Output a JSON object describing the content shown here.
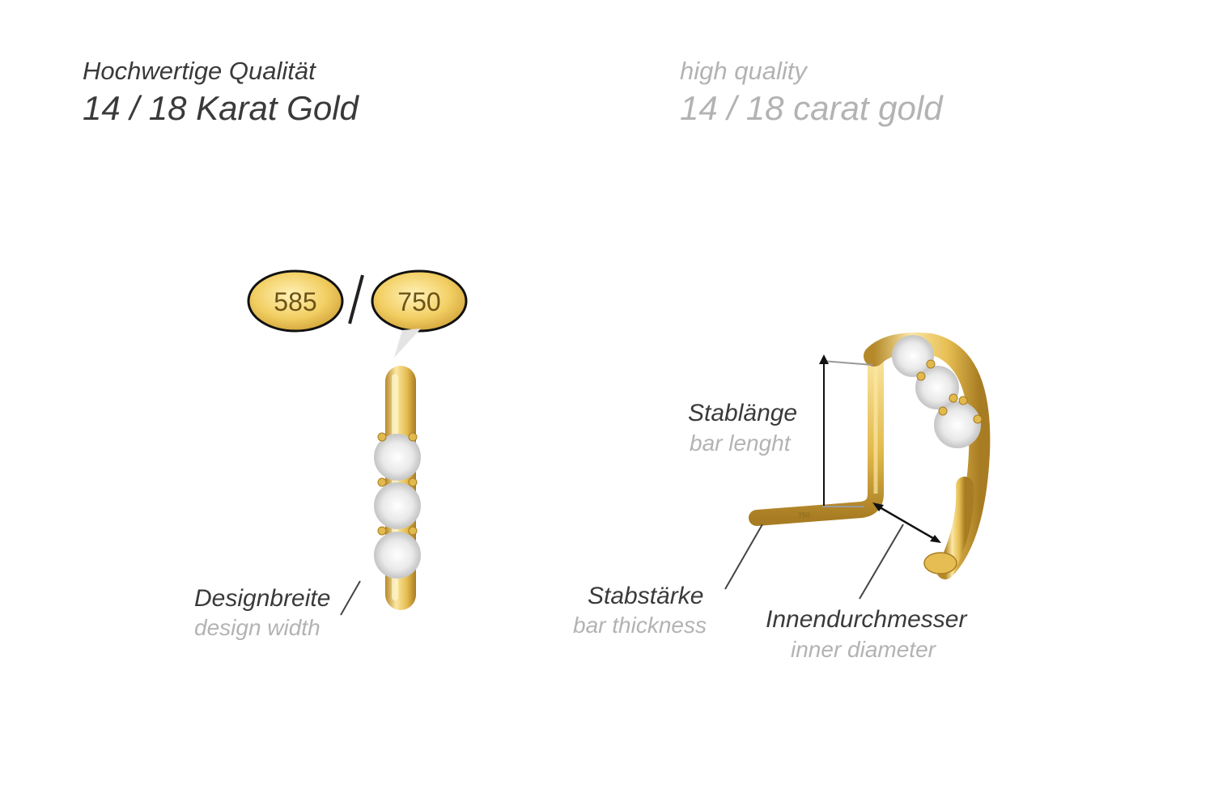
{
  "header": {
    "de_line1": "Hochwertige Qualität",
    "de_line2": "14 / 18 Karat Gold",
    "en_line1": "high quality",
    "en_line2": "14 / 18 carat gold"
  },
  "stamps": {
    "left": "585",
    "right": "750",
    "separator": "/",
    "bar_stamp": "750"
  },
  "labels": {
    "design_width_de": "Designbreite",
    "design_width_en": "design width",
    "bar_length_de": "Stablänge",
    "bar_length_en": "bar lenght",
    "bar_thickness_de": "Stabstärke",
    "bar_thickness_en": "bar thickness",
    "inner_diameter_de": "Innendurchmesser",
    "inner_diameter_en": "inner diameter"
  },
  "colors": {
    "gold_light": "#f7dc8a",
    "gold_mid": "#e2b94c",
    "gold_dark": "#b5892a",
    "text_dark": "#3a3a3a",
    "text_light": "#b3b3b3"
  }
}
